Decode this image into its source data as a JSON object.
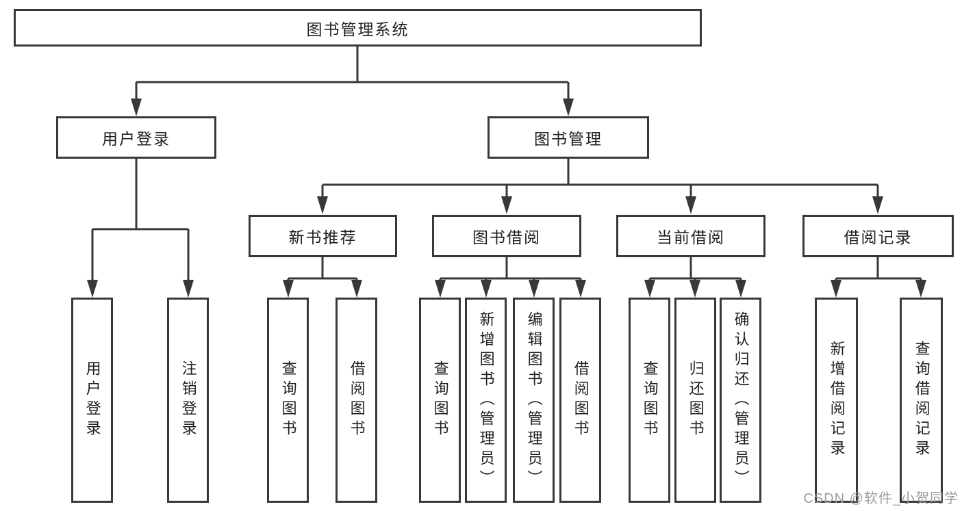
{
  "diagram": {
    "root": "图书管理系统",
    "level2": {
      "user_login": "用户登录",
      "book_management": "图书管理"
    },
    "level3": {
      "new_book_recommend": "新书推荐",
      "book_borrow": "图书借阅",
      "current_borrow": "当前借阅",
      "borrow_records": "借阅记录"
    },
    "leaves": {
      "user_login_children": [
        "用户登录",
        "注销登录"
      ],
      "new_book_recommend_children": [
        "查询图书",
        "借阅图书"
      ],
      "book_borrow_children": [
        "查询图书",
        "新增图书（管理员）",
        "编辑图书（管理员）",
        "借阅图书"
      ],
      "current_borrow_children": [
        "查询图书",
        "归还图书",
        "确认归还（管理员）"
      ],
      "borrow_records_children": [
        "新增借阅记录",
        "查询借阅记录"
      ]
    }
  },
  "watermark": {
    "text": "CSDN @软件_小贺同学"
  },
  "colors": {
    "line": "#383838",
    "box_background": "#ffffff",
    "text": "#1f1f1f",
    "watermark": "#9c9c9c",
    "page_background": "#ffffff"
  }
}
